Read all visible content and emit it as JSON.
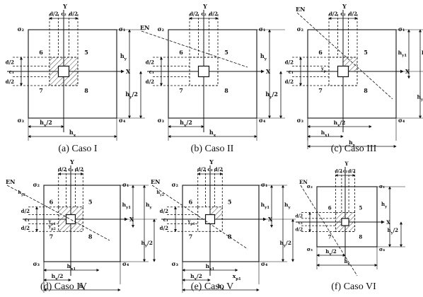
{
  "figure": {
    "panels": [
      {
        "id": "a",
        "caption": "(a) Caso I",
        "axis_x": "X",
        "axis_y": "Y",
        "corners": [
          "σ₂",
          "σ₁",
          "σ₃",
          "σ₄"
        ],
        "regions": [
          "6",
          "5",
          "7",
          "8"
        ],
        "top_dims": [
          "d/2",
          "c₂",
          "d/2"
        ],
        "left_dims": [
          "d/2",
          "c₁",
          "d/2"
        ],
        "right_dims": [
          "h_y",
          "h_y/2"
        ],
        "bottom_dims": [
          "h_x/2",
          "h_x"
        ],
        "en": "",
        "extra": []
      },
      {
        "id": "b",
        "caption": "(b) Caso II",
        "axis_x": "X",
        "axis_y": "Y",
        "corners": [
          "σ₂",
          "σ₁",
          "σ₃",
          "σ₄"
        ],
        "regions": [
          "6",
          "5",
          "7",
          "8"
        ],
        "top_dims": [
          "d/2",
          "c₂",
          "d/2"
        ],
        "left_dims": [
          "d/2",
          "c₁",
          "d/2"
        ],
        "right_dims": [
          "h_y",
          "h_y/2"
        ],
        "bottom_dims": [
          "h_x/2",
          "h_x"
        ],
        "en": "EN",
        "extra": []
      },
      {
        "id": "c",
        "caption": "(c) Caso III",
        "axis_x": "X",
        "axis_y": "Y",
        "corners": [
          "σ₂",
          "σ₁",
          "σ₃",
          "σ₄"
        ],
        "regions": [
          "6",
          "5",
          "7",
          "8"
        ],
        "top_dims": [
          "d/2",
          "c₂",
          "d/2"
        ],
        "left_dims": [
          "d/2",
          "c₁",
          "d/2"
        ],
        "right_dims": [
          "h_y1",
          "h_y",
          "h_y/2"
        ],
        "bottom_dims": [
          "h_x/2",
          "h_x1",
          "h_x"
        ],
        "en": "EN",
        "extra": [
          "y_p"
        ]
      },
      {
        "id": "d",
        "caption": "(d) Caso IV",
        "axis_x": "X",
        "axis_y": "Y",
        "corners": [
          "σ₂",
          "σ₁",
          "σ₃",
          "σ₄"
        ],
        "regions": [
          "6",
          "5",
          "7",
          "8"
        ],
        "top_dims": [
          "d/2",
          "c₂",
          "d/2"
        ],
        "left_dims": [
          "d/2",
          "c₁",
          "d/2"
        ],
        "right_dims": [
          "h_y1",
          "h_y",
          "h_y/2"
        ],
        "bottom_dims": [
          "h_x1",
          "h_x/2",
          "h_x"
        ],
        "en": "EN",
        "extra": [
          "h_y2",
          "y_p1",
          "y_p2"
        ]
      },
      {
        "id": "e",
        "caption": "(e) Caso V",
        "axis_x": "X",
        "axis_y": "Y",
        "corners": [
          "σ₂",
          "σ₁",
          "σ₃",
          "σ₄"
        ],
        "regions": [
          "6",
          "5",
          "7",
          "8"
        ],
        "top_dims": [
          "d/2",
          "c₂",
          "d/2"
        ],
        "left_dims": [
          "d/2",
          "c₁",
          "d/2"
        ],
        "right_dims": [
          "h_y1",
          "h_y",
          "h_y/2"
        ],
        "bottom_dims": [
          "h_x1",
          "h_x/2",
          "h_x",
          "x_p1"
        ],
        "en": "EN",
        "extra": [
          "h_y2",
          "y_p1"
        ]
      },
      {
        "id": "f",
        "caption": "(f) Caso VI",
        "axis_x": "X",
        "axis_y": "Y",
        "corners": [
          "σ₂",
          "σ₁",
          "σ₃",
          "σ₄"
        ],
        "regions": [
          "6",
          "5",
          "7",
          "8"
        ],
        "top_dims": [
          "d/2",
          "c₂",
          "d/2"
        ],
        "left_dims": [
          "d/2",
          "c₁",
          "d/2"
        ],
        "right_dims": [
          "h_y",
          "h_y/2"
        ],
        "bottom_dims": [
          "h_x/2",
          "h_x"
        ],
        "en": "EN",
        "extra": []
      }
    ]
  }
}
